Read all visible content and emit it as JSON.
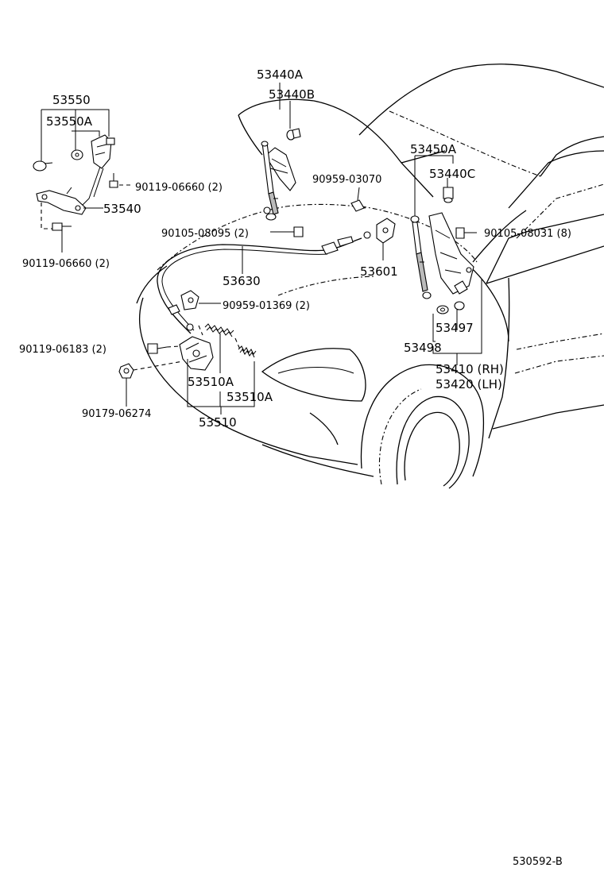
{
  "labels": {
    "p53550": "53550",
    "p53550a": "53550A",
    "p53540": "53540",
    "p90119_06660_top": "90119-06660 (2)",
    "p90119_06660_left": "90119-06660 (2)",
    "p53440a": "53440A",
    "p53440b": "53440B",
    "p90959_03070": "90959-03070",
    "p90105_08095": "90105-08095 (2)",
    "p53630": "53630",
    "p53601": "53601",
    "p53450a": "53450A",
    "p53440c": "53440C",
    "p90105_08031": "90105-08031 (8)",
    "p90959_01369": "90959-01369 (2)",
    "p90119_06183": "90119-06183 (2)",
    "p90179_06274": "90179-06274",
    "p53497": "53497",
    "p53498": "53498",
    "p53410": "53410 (RH)",
    "p53420": "53420 (LH)",
    "p53510a_1": "53510A",
    "p53510a_2": "53510A",
    "p53510": "53510"
  },
  "figure_code": "530592-B"
}
